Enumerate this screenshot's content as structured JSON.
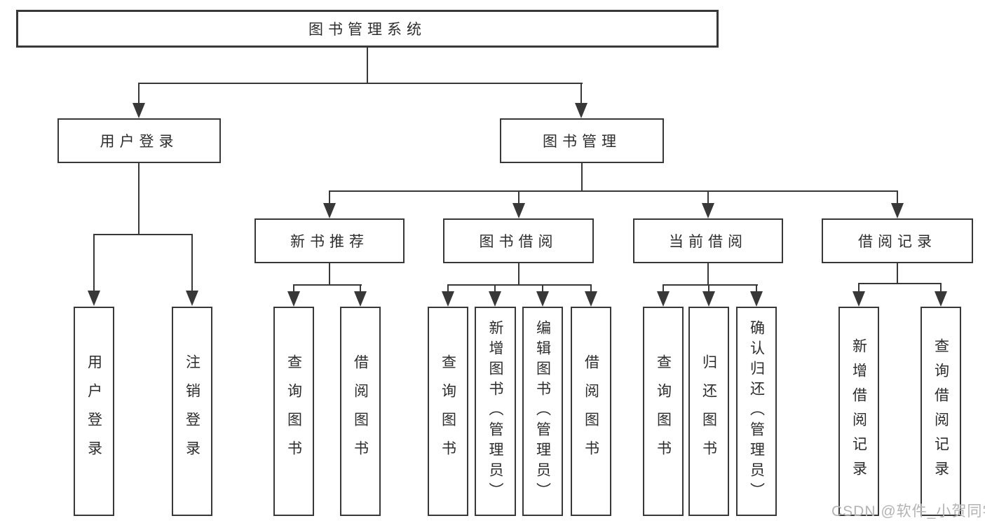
{
  "watermark": "CSDN @软件_小贺同学",
  "colors": {
    "line": "#383838",
    "text": "#2d2d2d",
    "watermark_gray": "#b3b3b3",
    "background": "#ffffff"
  },
  "tree": {
    "label": "图书管理系统",
    "children": [
      {
        "label": "用户登录",
        "children": [
          {
            "label": "用户登录"
          },
          {
            "label": "注销登录"
          }
        ]
      },
      {
        "label": "图书管理",
        "children": [
          {
            "label": "新书推荐",
            "children": [
              {
                "label": "查询图书"
              },
              {
                "label": "借阅图书"
              }
            ]
          },
          {
            "label": "图书借阅",
            "children": [
              {
                "label": "查询图书"
              },
              {
                "label": "新增图书（管理员）"
              },
              {
                "label": "编辑图书（管理员）"
              },
              {
                "label": "借阅图书"
              }
            ]
          },
          {
            "label": "当前借阅",
            "children": [
              {
                "label": "查询图书"
              },
              {
                "label": "归还图书"
              },
              {
                "label": "确认归还（管理员）"
              }
            ]
          },
          {
            "label": "借阅记录",
            "children": [
              {
                "label": "新增借阅记录"
              },
              {
                "label": "查询借阅记录"
              }
            ]
          }
        ]
      }
    ]
  }
}
